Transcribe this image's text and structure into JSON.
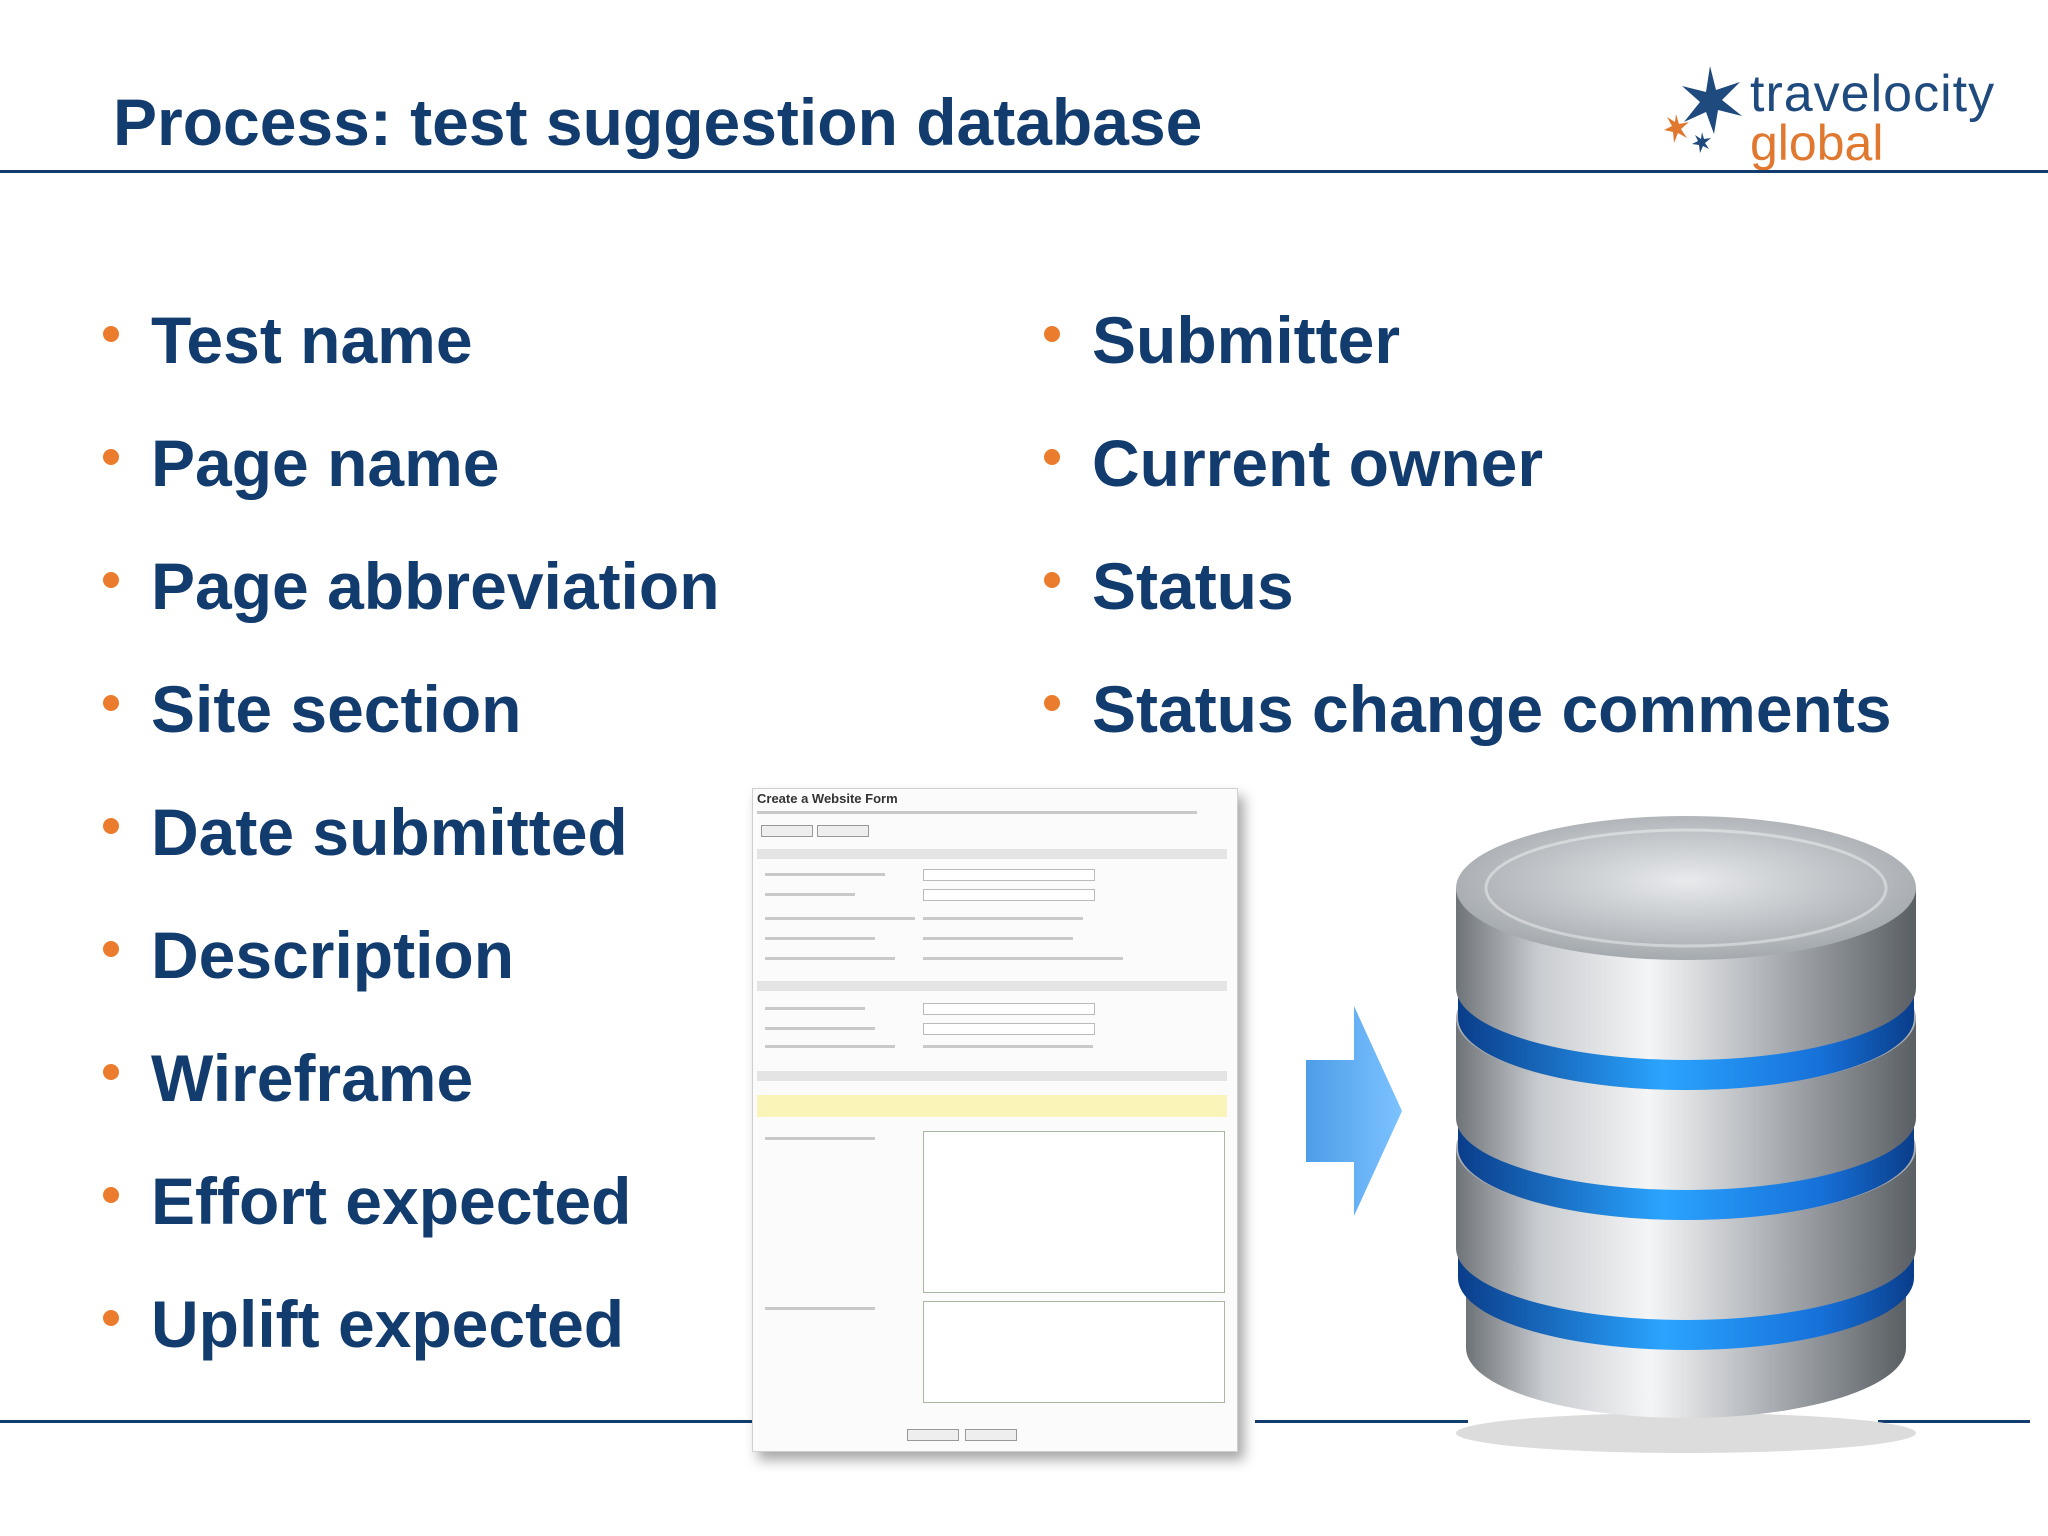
{
  "slide": {
    "title": "Process:  test suggestion database",
    "logo": {
      "line1": "travelocity",
      "line2": "global"
    },
    "left_items": [
      "Test name",
      "Page name",
      "Page abbreviation",
      "Site section",
      "Date submitted",
      "Description",
      "Wireframe",
      "Effort expected",
      "Uplift expected"
    ],
    "right_items": [
      "Submitter",
      "Current owner",
      "Status",
      "Status change comments"
    ],
    "form_screenshot_title": "Create a Website Form"
  },
  "colors": {
    "title": "#123b6e",
    "bullet": "#ec7c2d",
    "logo_blue": "#1f4a7e",
    "logo_orange": "#e07830",
    "arrow": "#55a8f0",
    "db_band": "#1e90ff"
  },
  "icons": [
    "travelocity-star-icon",
    "arrow-right-icon",
    "database-icon"
  ]
}
